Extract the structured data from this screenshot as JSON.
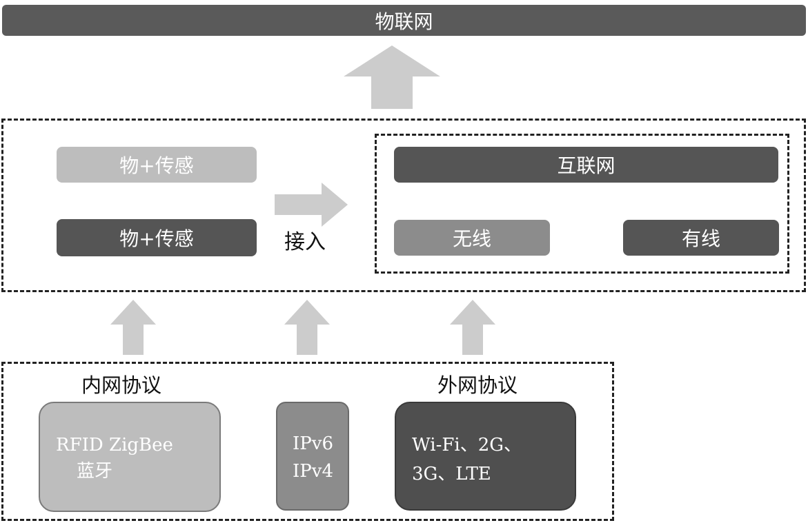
{
  "top": {
    "title": "物联网"
  },
  "middle": {
    "sensor_light": "物+传感",
    "sensor_dark": "物+传感",
    "access_label": "接入",
    "internet": "互联网",
    "wireless": "无线",
    "wired": "有线"
  },
  "bottom": {
    "inner_title": "内网协议",
    "outer_title": "外网协议",
    "inner_line1": "RFID ZigBee",
    "inner_line2": "蓝牙",
    "ip_line1": "IPv6",
    "ip_line2": "IPv4",
    "outer_line1": "Wi-Fi、2G、",
    "outer_line2": "3G、LTE"
  },
  "colors": {
    "dark_fill": "#555555",
    "mid_fill": "#8c8c8c",
    "light_fill": "#bdbdbd",
    "arrow_fill": "#cccccc"
  }
}
